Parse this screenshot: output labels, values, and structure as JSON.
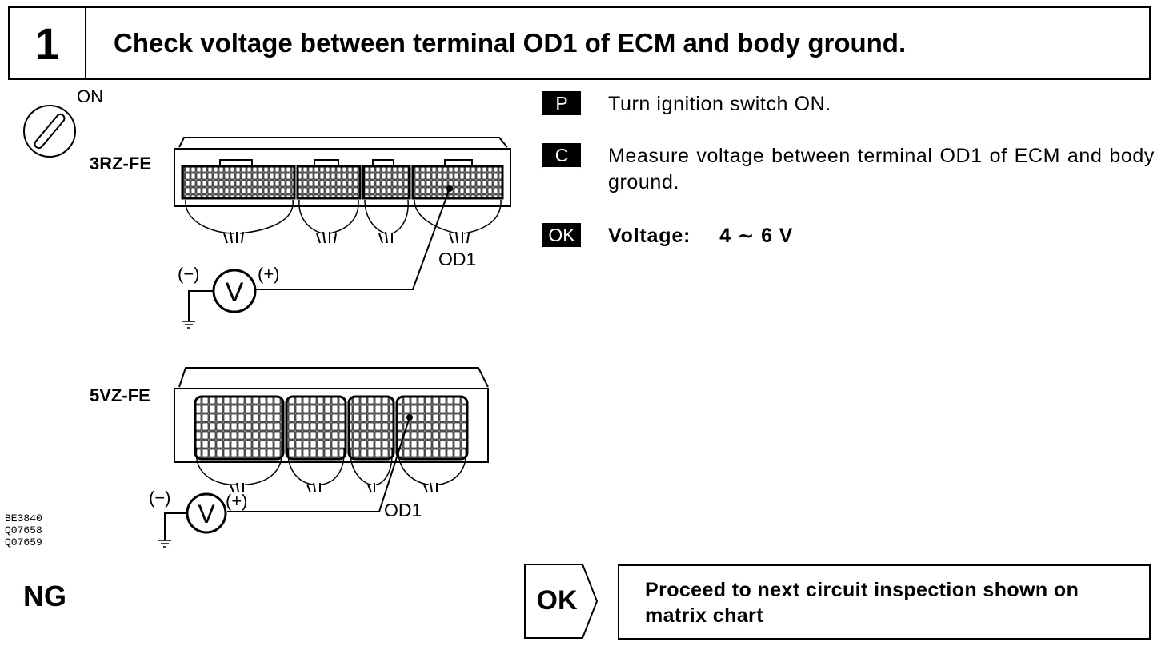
{
  "step": {
    "number": "1",
    "title": "Check voltage between terminal OD1 of ECM and body ground."
  },
  "diagram": {
    "ignition_label": "ON",
    "engine_top": "3RZ-FE",
    "engine_bottom": "5VZ-FE",
    "terminal_label": "OD1",
    "minus_label": "(−)",
    "plus_label": "(+)",
    "meter_symbol": "V"
  },
  "instructions": [
    {
      "badge": "P",
      "text": "Turn ignition switch ON."
    },
    {
      "badge": "C",
      "text": "Measure voltage between terminal OD1 of ECM and body ground."
    }
  ],
  "spec": {
    "badge": "OK",
    "label": "Voltage:",
    "value": "4 ∼ 6 V"
  },
  "figure_codes": [
    "BE3840",
    "Q07658",
    "Q07659"
  ],
  "outcomes": {
    "ng_label": "NG",
    "ok_label": "OK",
    "ok_action": "Proceed to next circuit inspection shown on matrix chart"
  }
}
